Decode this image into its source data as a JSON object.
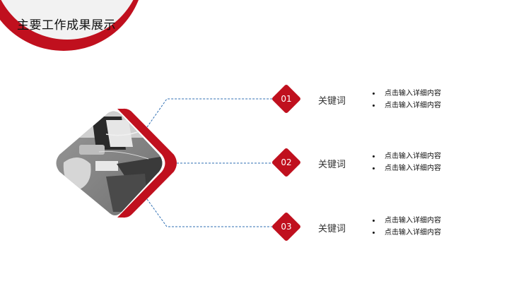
{
  "header": {
    "title": "主要工作成果展示"
  },
  "colors": {
    "accent": "#c0101e",
    "connector": "#2f6fb3",
    "corner_fill": "#f2f2f2"
  },
  "items": [
    {
      "number": "01",
      "keyword": "关键词",
      "bullets": [
        "点击输入详细内容",
        "点击输入详细内容"
      ]
    },
    {
      "number": "02",
      "keyword": "关键词",
      "bullets": [
        "点击输入详细内容",
        "点击输入详细内容"
      ]
    },
    {
      "number": "03",
      "keyword": "关键词",
      "bullets": [
        "点击输入详细内容",
        "点击输入详细内容"
      ]
    }
  ]
}
